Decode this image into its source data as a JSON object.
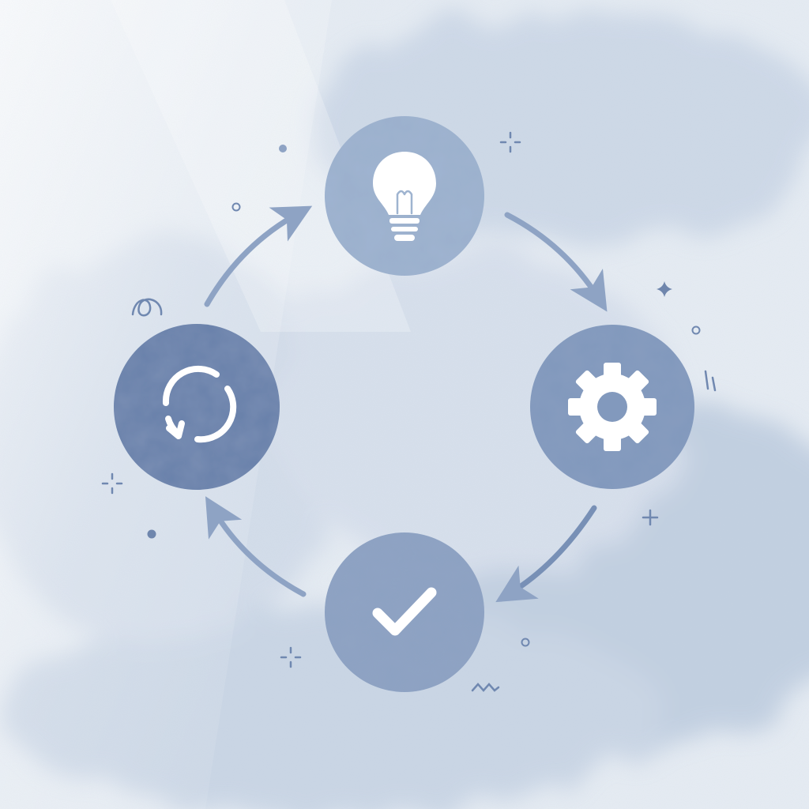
{
  "diagram": {
    "type": "cycle",
    "direction": "clockwise",
    "colors": {
      "paper": "#e6ecf3",
      "wash": "#b9c8dd",
      "node_light": "#9fb4d0",
      "node_mid": "#8299bd",
      "node_dark": "#6a82ab",
      "arrow": "#8ea3c4",
      "arrow_dark": "#6f86ad",
      "icon": "#ffffff",
      "sparkle": "#7088b0"
    },
    "nodes": [
      {
        "id": "idea",
        "icon": "lightbulb-icon",
        "tone": "node_light"
      },
      {
        "id": "process",
        "icon": "gear-icon",
        "tone": "node_mid"
      },
      {
        "id": "complete",
        "icon": "checkmark-icon",
        "tone": "node_mid"
      },
      {
        "id": "repeat",
        "icon": "refresh-icon",
        "tone": "node_dark"
      }
    ],
    "edges": [
      {
        "from": "idea",
        "to": "process"
      },
      {
        "from": "process",
        "to": "complete"
      },
      {
        "from": "complete",
        "to": "repeat"
      },
      {
        "from": "repeat",
        "to": "idea"
      }
    ]
  }
}
